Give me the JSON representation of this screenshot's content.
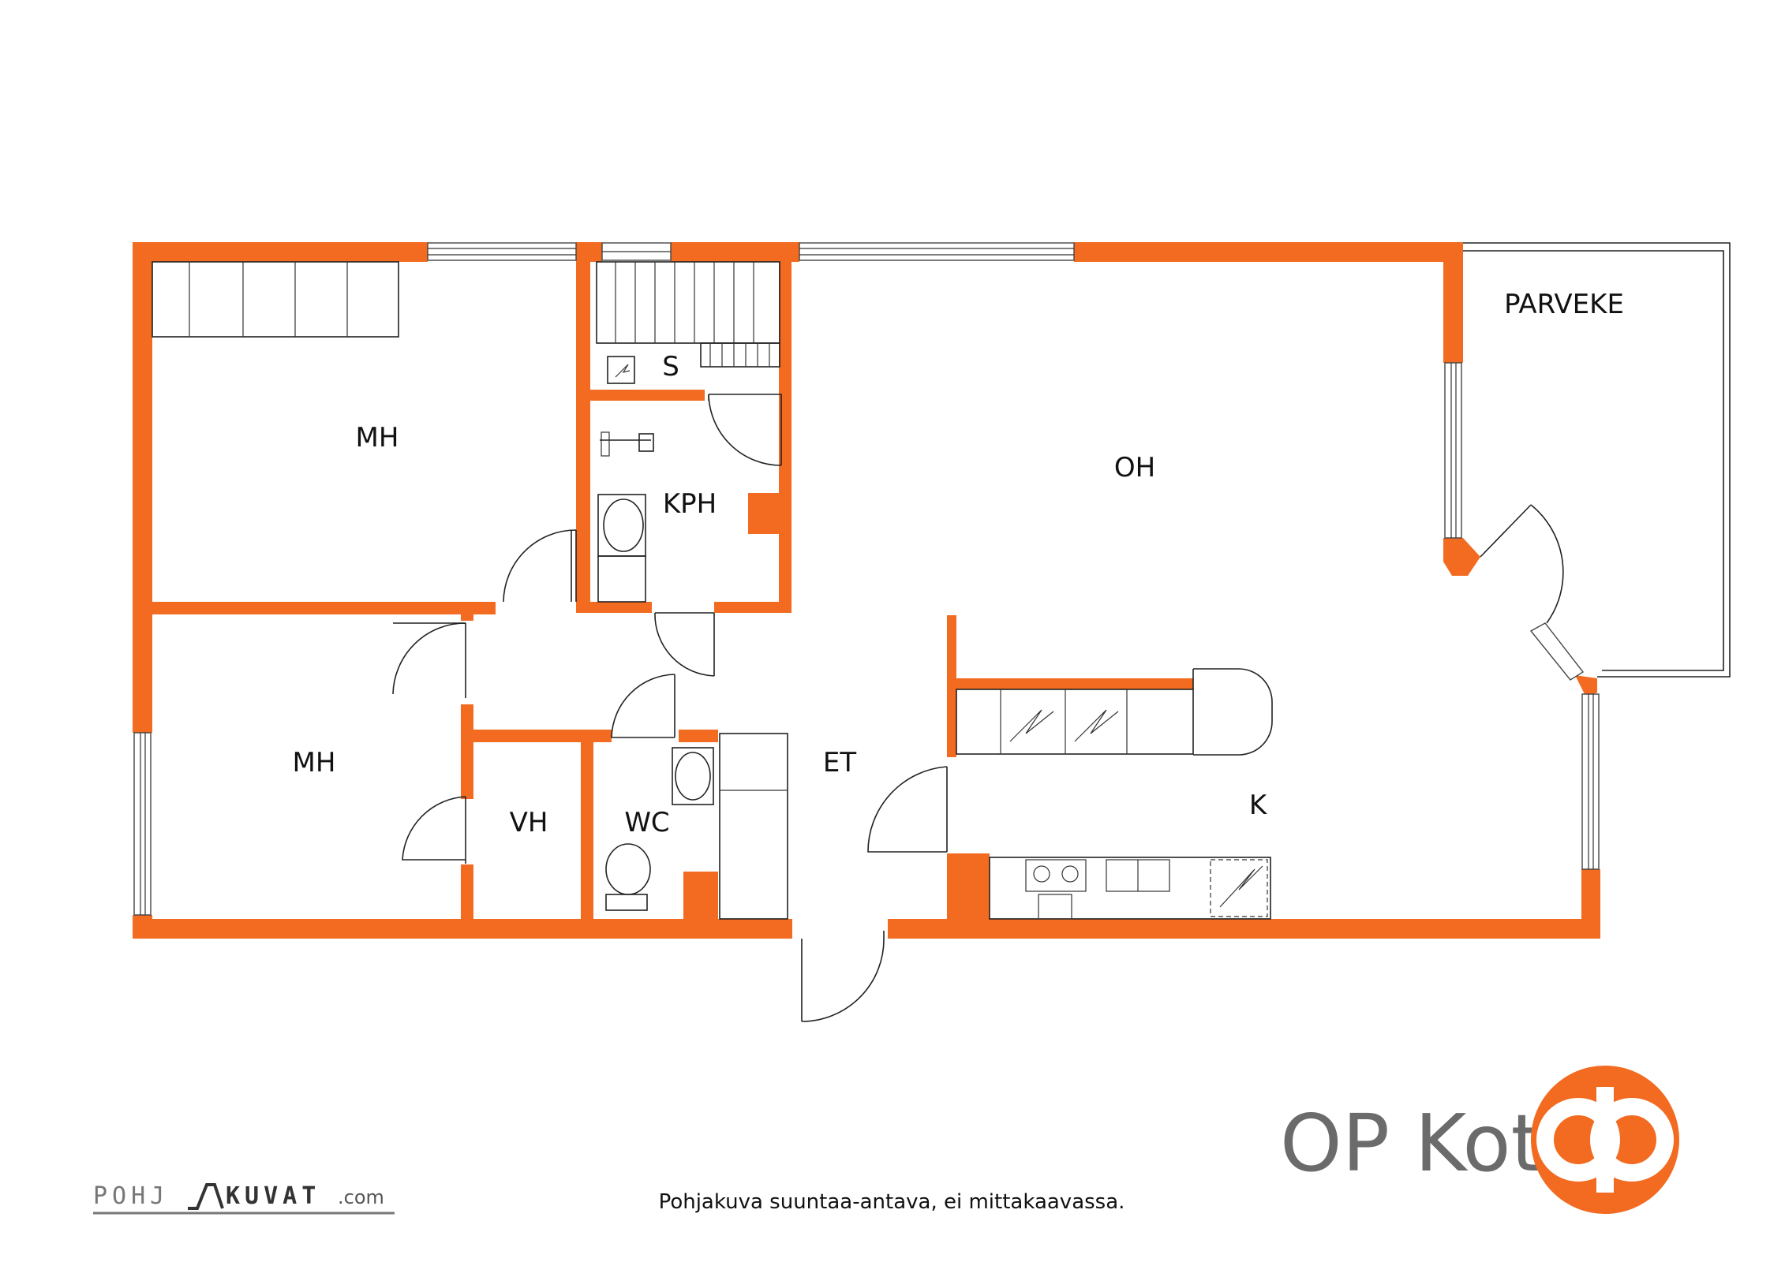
{
  "rooms": {
    "mh1": "MH",
    "mh2": "MH",
    "s": "S",
    "kph": "KPH",
    "oh": "OH",
    "parveke": "PARVEKE",
    "et": "ET",
    "k": "K",
    "vh": "VH",
    "wc": "WC"
  },
  "brand": {
    "name": "OP Koti",
    "logo_icon": "op-logo-icon",
    "color": "#f26b21"
  },
  "caption": "Pohjakuva suuntaa-antava, ei mittakaavassa.",
  "watermark": {
    "part1": "POHJ",
    "part2": "KUVAT",
    "suffix": ".com"
  },
  "colors": {
    "wall": "#f26b21",
    "line": "#222222"
  }
}
